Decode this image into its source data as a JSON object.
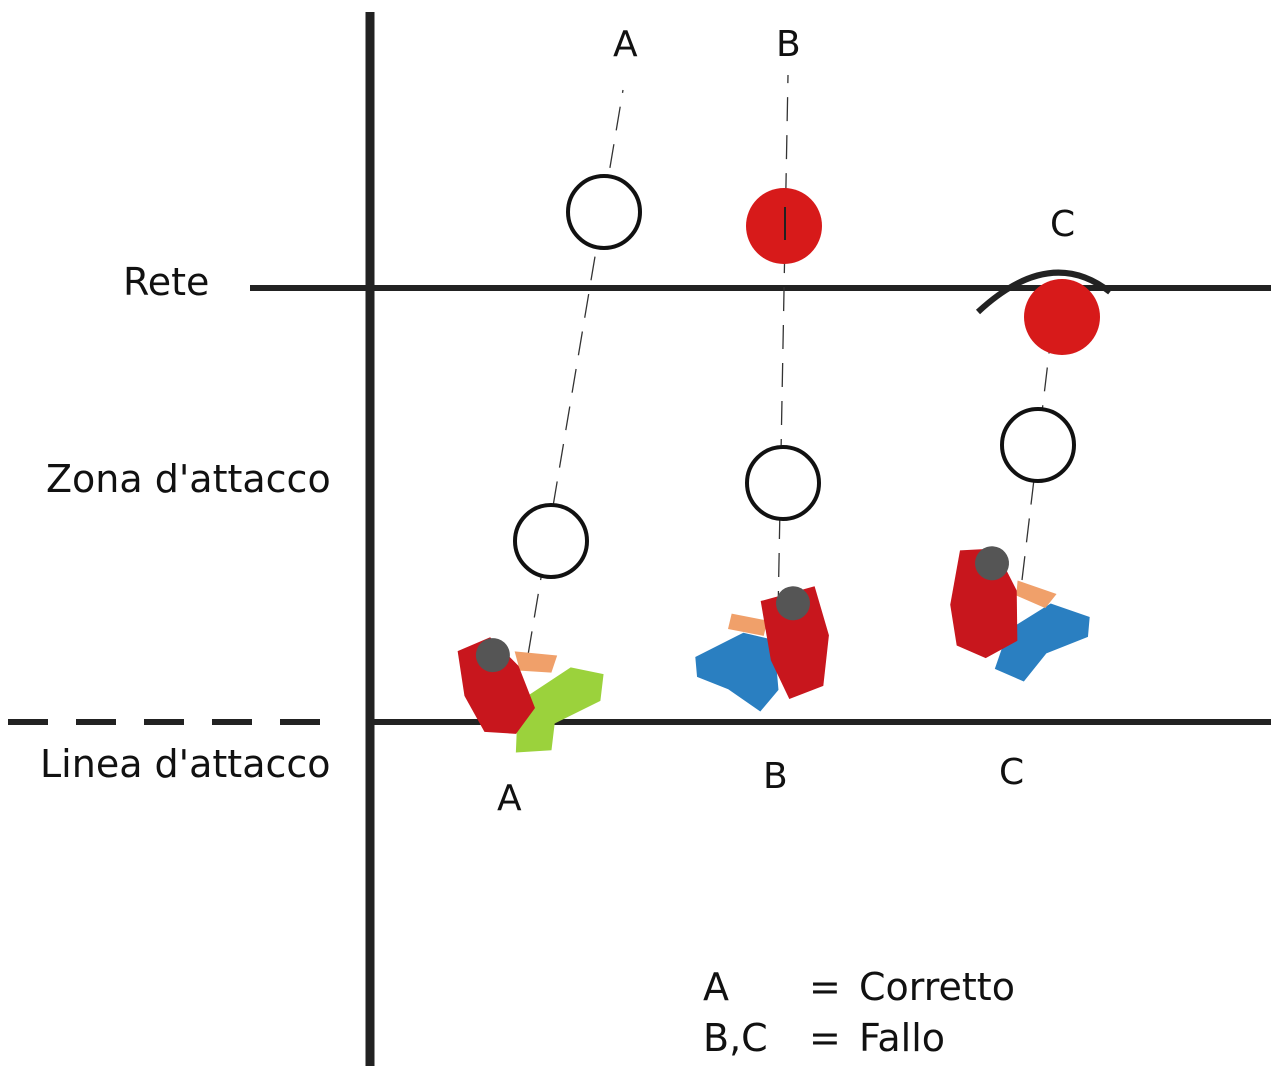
{
  "labels": {
    "net": "Rete",
    "attack_zone": "Zona d'attacco",
    "attack_line": "Linea d'attacco"
  },
  "cases": [
    {
      "id": "A",
      "top_label": "A",
      "bottom_label": "A",
      "ball_contact": "before net",
      "outcome": "Corretto"
    },
    {
      "id": "B",
      "top_label": "B",
      "bottom_label": "B",
      "ball_contact": "above net",
      "outcome": "Fallo"
    },
    {
      "id": "C",
      "top_label": "C",
      "bottom_label": "C",
      "ball_contact": "over net",
      "outcome": "Fallo"
    }
  ],
  "legend": [
    {
      "key": "A",
      "sep": "=",
      "value": "Corretto"
    },
    {
      "key": "B,C",
      "sep": "=",
      "value": "Fallo"
    }
  ],
  "colors": {
    "line": "#222222",
    "ball_foul": "#d71a1a",
    "shirt": "#c8161d",
    "pants_a": "#9bd23c",
    "pants_b": "#2a7fc1",
    "pants_c": "#2a7fc1",
    "head": "#555555",
    "skin": "#f0a06a"
  }
}
